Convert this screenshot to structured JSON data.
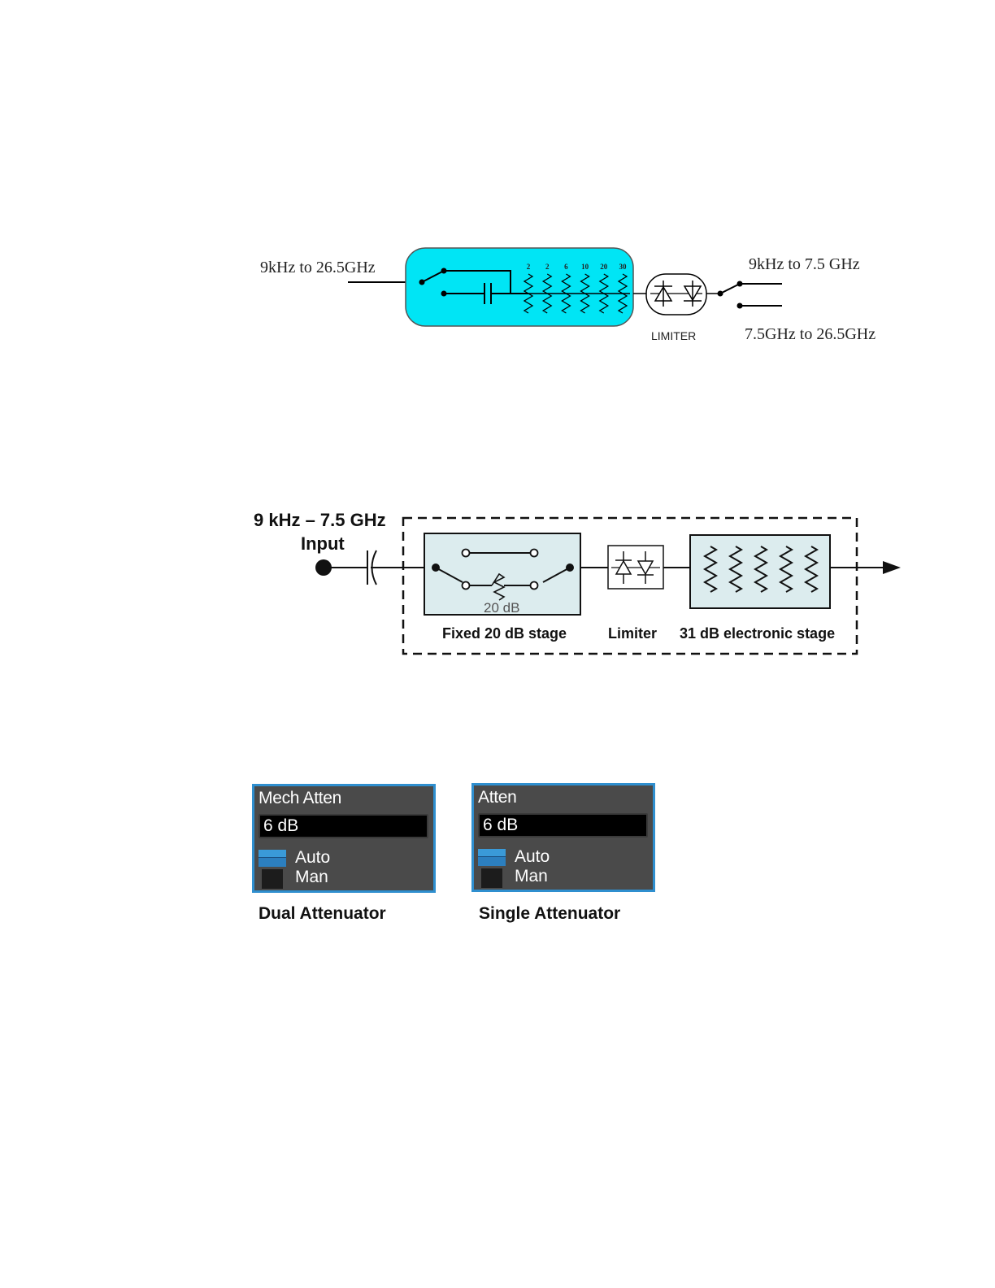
{
  "diagram_top": {
    "input_range": "9kHz to 26.5GHz",
    "step_labels": [
      "2",
      "2",
      "6",
      "10",
      "20",
      "30"
    ],
    "limiter_label": "LIMITER",
    "output_low": "9kHz to 7.5 GHz",
    "output_high": "7.5GHz to 26.5GHz",
    "accent_color": "#00e5f5"
  },
  "diagram_mid": {
    "input_range": "9 kHz – 7.5 GHz",
    "input_label": "Input",
    "fixed_value": "20 dB",
    "fixed_stage": "Fixed 20 dB stage",
    "limiter": "Limiter",
    "electronic_stage": "31 dB electronic stage",
    "fill_color": "#dcecee"
  },
  "panels": [
    {
      "title": "Mech Atten",
      "value": "6 dB",
      "option_auto": "Auto",
      "option_man": "Man",
      "caption": "Dual Attenuator"
    },
    {
      "title": "Atten",
      "value": "6 dB",
      "option_auto": "Auto",
      "option_man": "Man",
      "caption": "Single Attenuator"
    }
  ]
}
